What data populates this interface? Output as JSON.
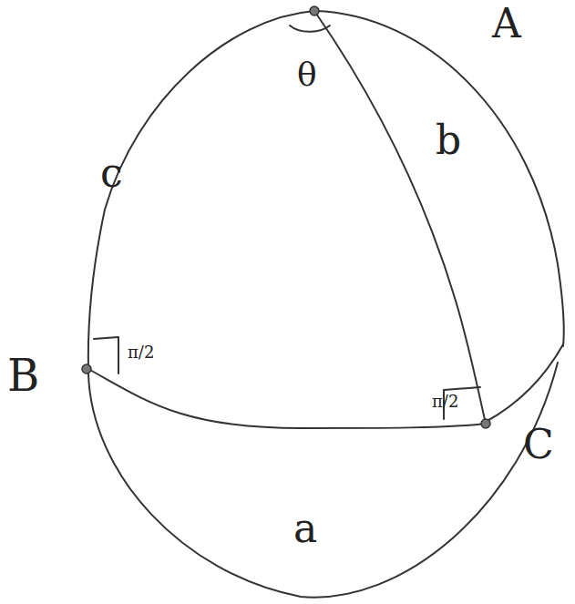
{
  "diagram": {
    "labels": [
      "A",
      "θ",
      "c",
      "b",
      "B",
      "π/2",
      "π/2",
      "C",
      "a"
    ]
  }
}
